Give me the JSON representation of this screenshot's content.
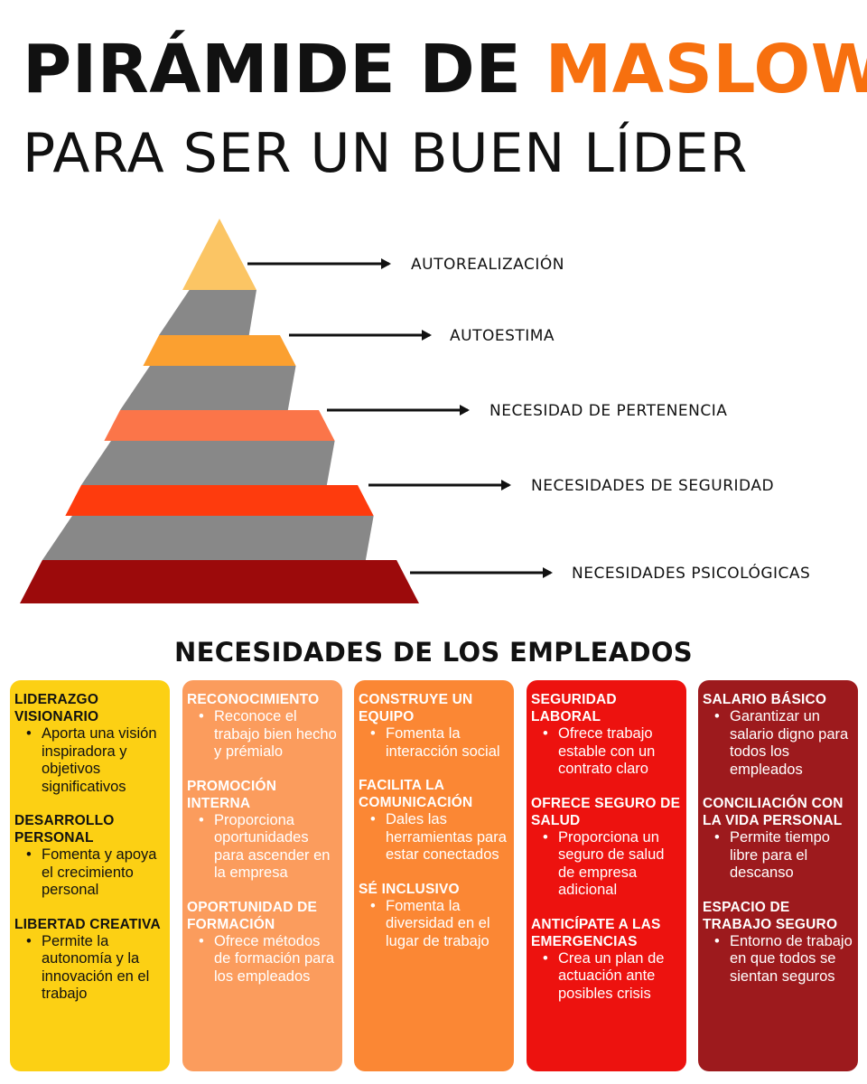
{
  "title": {
    "line1_a": "PIRÁMIDE DE",
    "line1_b": "MASLOW",
    "line2": "PARA SER UN BUEN LÍDER"
  },
  "colors": {
    "accent": "#f7700f",
    "pyramid": [
      "#fbc564",
      "#fba030",
      "#fb7549",
      "#fe3b0d",
      "#9c0a0b"
    ],
    "separator": "#888888",
    "cards": [
      "#fcd014",
      "#fb9c5d",
      "#fb8734",
      "#ed120f",
      "#9d1a1d"
    ]
  },
  "pyramid_levels": [
    "AUTOREALIZACIÓN",
    "AUTOESTIMA",
    "NECESIDAD DE PERTENENCIA",
    "NECESIDADES DE SEGURIDAD",
    "NECESIDADES PSICOLÓGICAS"
  ],
  "section_title": "NECESIDADES DE LOS EMPLEADOS",
  "cards": [
    {
      "items": [
        {
          "heading": "LIDERAZGO VISIONARIO",
          "text": "Aporta una visión inspiradora y objetivos significativos"
        },
        {
          "heading": "DESARROLLO PERSONAL",
          "text": "Fomenta y apoya el crecimiento personal"
        },
        {
          "heading": "LIBERTAD CREATIVA",
          "text": "Permite la autonomía y la innovación en el trabajo"
        }
      ]
    },
    {
      "items": [
        {
          "heading": "RECONOCIMIENTO",
          "text": "Reconoce el trabajo bien hecho y prémialo"
        },
        {
          "heading": "PROMOCIÓN INTERNA",
          "text": "Proporciona oportunidades para ascender en la empresa"
        },
        {
          "heading": "OPORTUNIDAD DE FORMACIÓN",
          "text": "Ofrece métodos de formación para los empleados"
        }
      ]
    },
    {
      "items": [
        {
          "heading": "CONSTRUYE UN EQUIPO",
          "text": "Fomenta la interacción social"
        },
        {
          "heading": "FACILITA LA COMUNICACIÓN",
          "text": "Dales las herramientas para estar conectados"
        },
        {
          "heading": "SÉ INCLUSIVO",
          "text": "Fomenta la diversidad en el lugar de trabajo"
        }
      ]
    },
    {
      "items": [
        {
          "heading": "SEGURIDAD LABORAL",
          "text": "Ofrece trabajo estable con un contrato claro"
        },
        {
          "heading": "OFRECE SEGURO DE SALUD",
          "text": "Proporciona un seguro de salud de empresa adicional"
        },
        {
          "heading": "ANTICÍPATE A LAS EMERGENCIAS",
          "text": "Crea un plan de actuación ante posibles crisis"
        }
      ]
    },
    {
      "items": [
        {
          "heading": "SALARIO BÁSICO",
          "text": "Garantizar un salario digno para todos los empleados"
        },
        {
          "heading": "CONCILIACIÓN CON LA VIDA PERSONAL",
          "text": "Permite tiempo libre para el descanso"
        },
        {
          "heading": "ESPACIO DE TRABAJO SEGURO",
          "text": "Entorno de trabajo en que todos se sientan seguros"
        }
      ]
    }
  ]
}
